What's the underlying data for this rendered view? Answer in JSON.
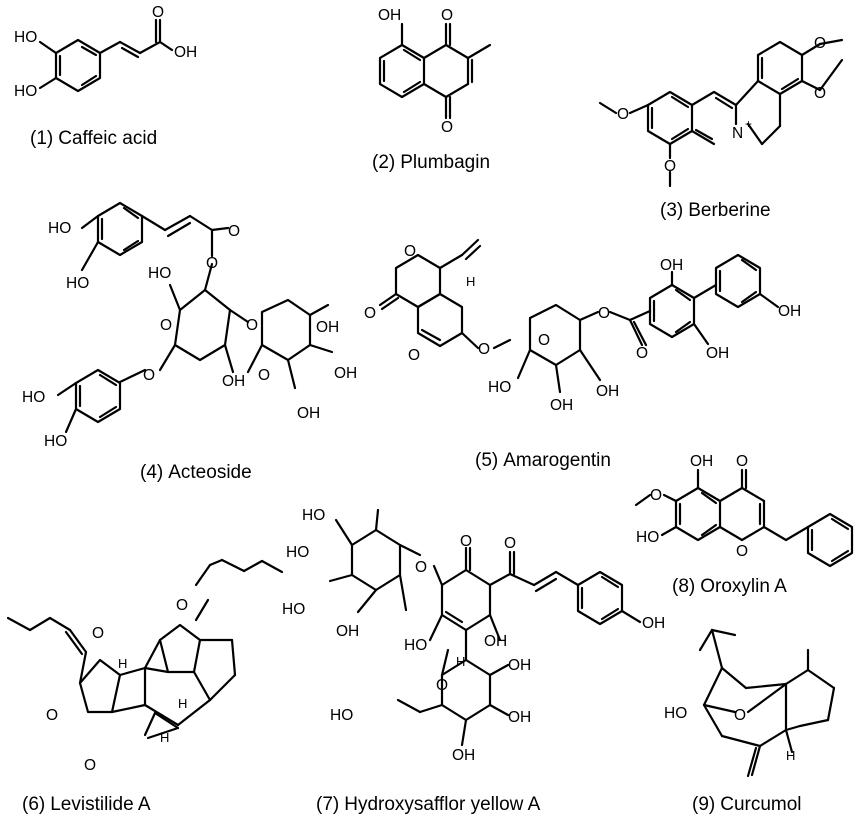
{
  "compounds": [
    {
      "number": "(1)",
      "name": "Caffeic acid"
    },
    {
      "number": "(2)",
      "name": "Plumbagin"
    },
    {
      "number": "(3)",
      "name": "Berberine"
    },
    {
      "number": "(4)",
      "name": "Acteoside"
    },
    {
      "number": "(5)",
      "name": "Amarogentin"
    },
    {
      "number": "(6)",
      "name": "Levistilide A"
    },
    {
      "number": "(7)",
      "name": "Hydroxysafflor yellow A"
    },
    {
      "number": "(8)",
      "name": "Oroxylin A"
    },
    {
      "number": "(9)",
      "name": "Curcumol"
    }
  ],
  "atom_labels": {
    "OH": "OH",
    "HO": "HO",
    "O": "O",
    "N_plus": "N",
    "plus": "+",
    "H": "H"
  }
}
